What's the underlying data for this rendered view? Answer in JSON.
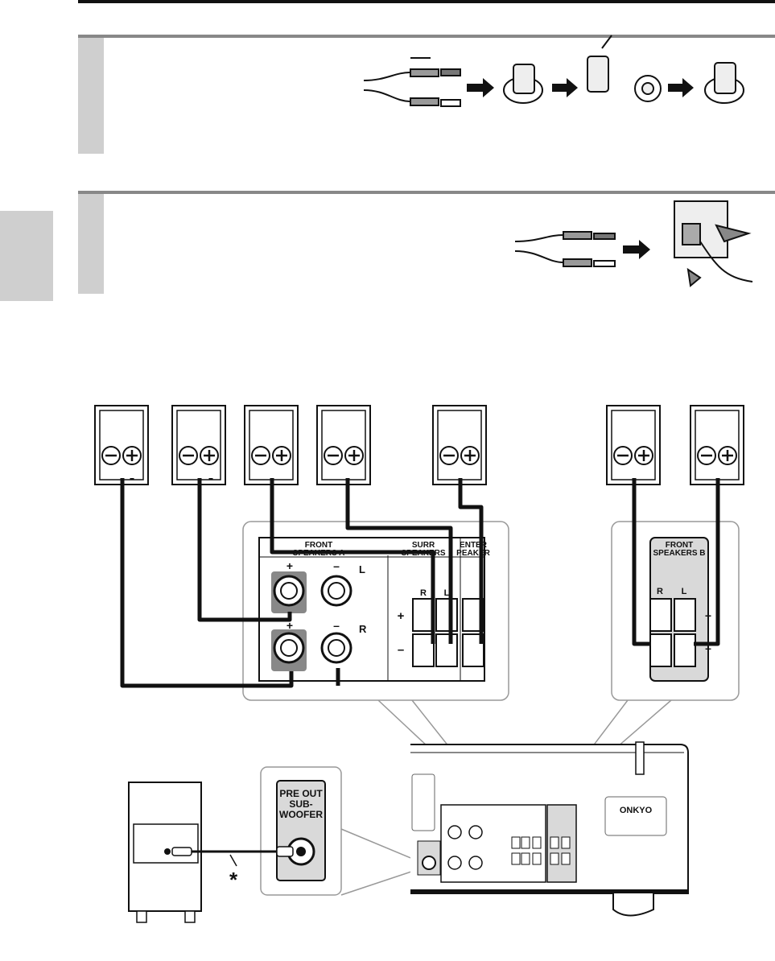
{
  "ink": "#111111",
  "tab_gray": "#cfcfcf",
  "panel_gray": "#d9d9d9",
  "front_a": {
    "title1": "FRONT",
    "title2": "SPEAKERS A",
    "left": "L",
    "right": "R",
    "plus": "+",
    "minus": "–"
  },
  "surr": {
    "title1": "SURR",
    "title2": "SPEAKERS",
    "right": "R",
    "left": "L",
    "plus": "+",
    "minus": "–"
  },
  "center": {
    "title1": "ENTER",
    "title2": "PEAKER"
  },
  "front_b": {
    "title1": "FRONT",
    "title2": "SPEAKERS B",
    "right": "R",
    "left": "L",
    "plus": "+",
    "minus": "–"
  },
  "preout": {
    "line1": "PRE OUT",
    "line2": "SUB-",
    "line3": "WOOFER"
  },
  "brand": "ONKYO",
  "asterisk": "*"
}
